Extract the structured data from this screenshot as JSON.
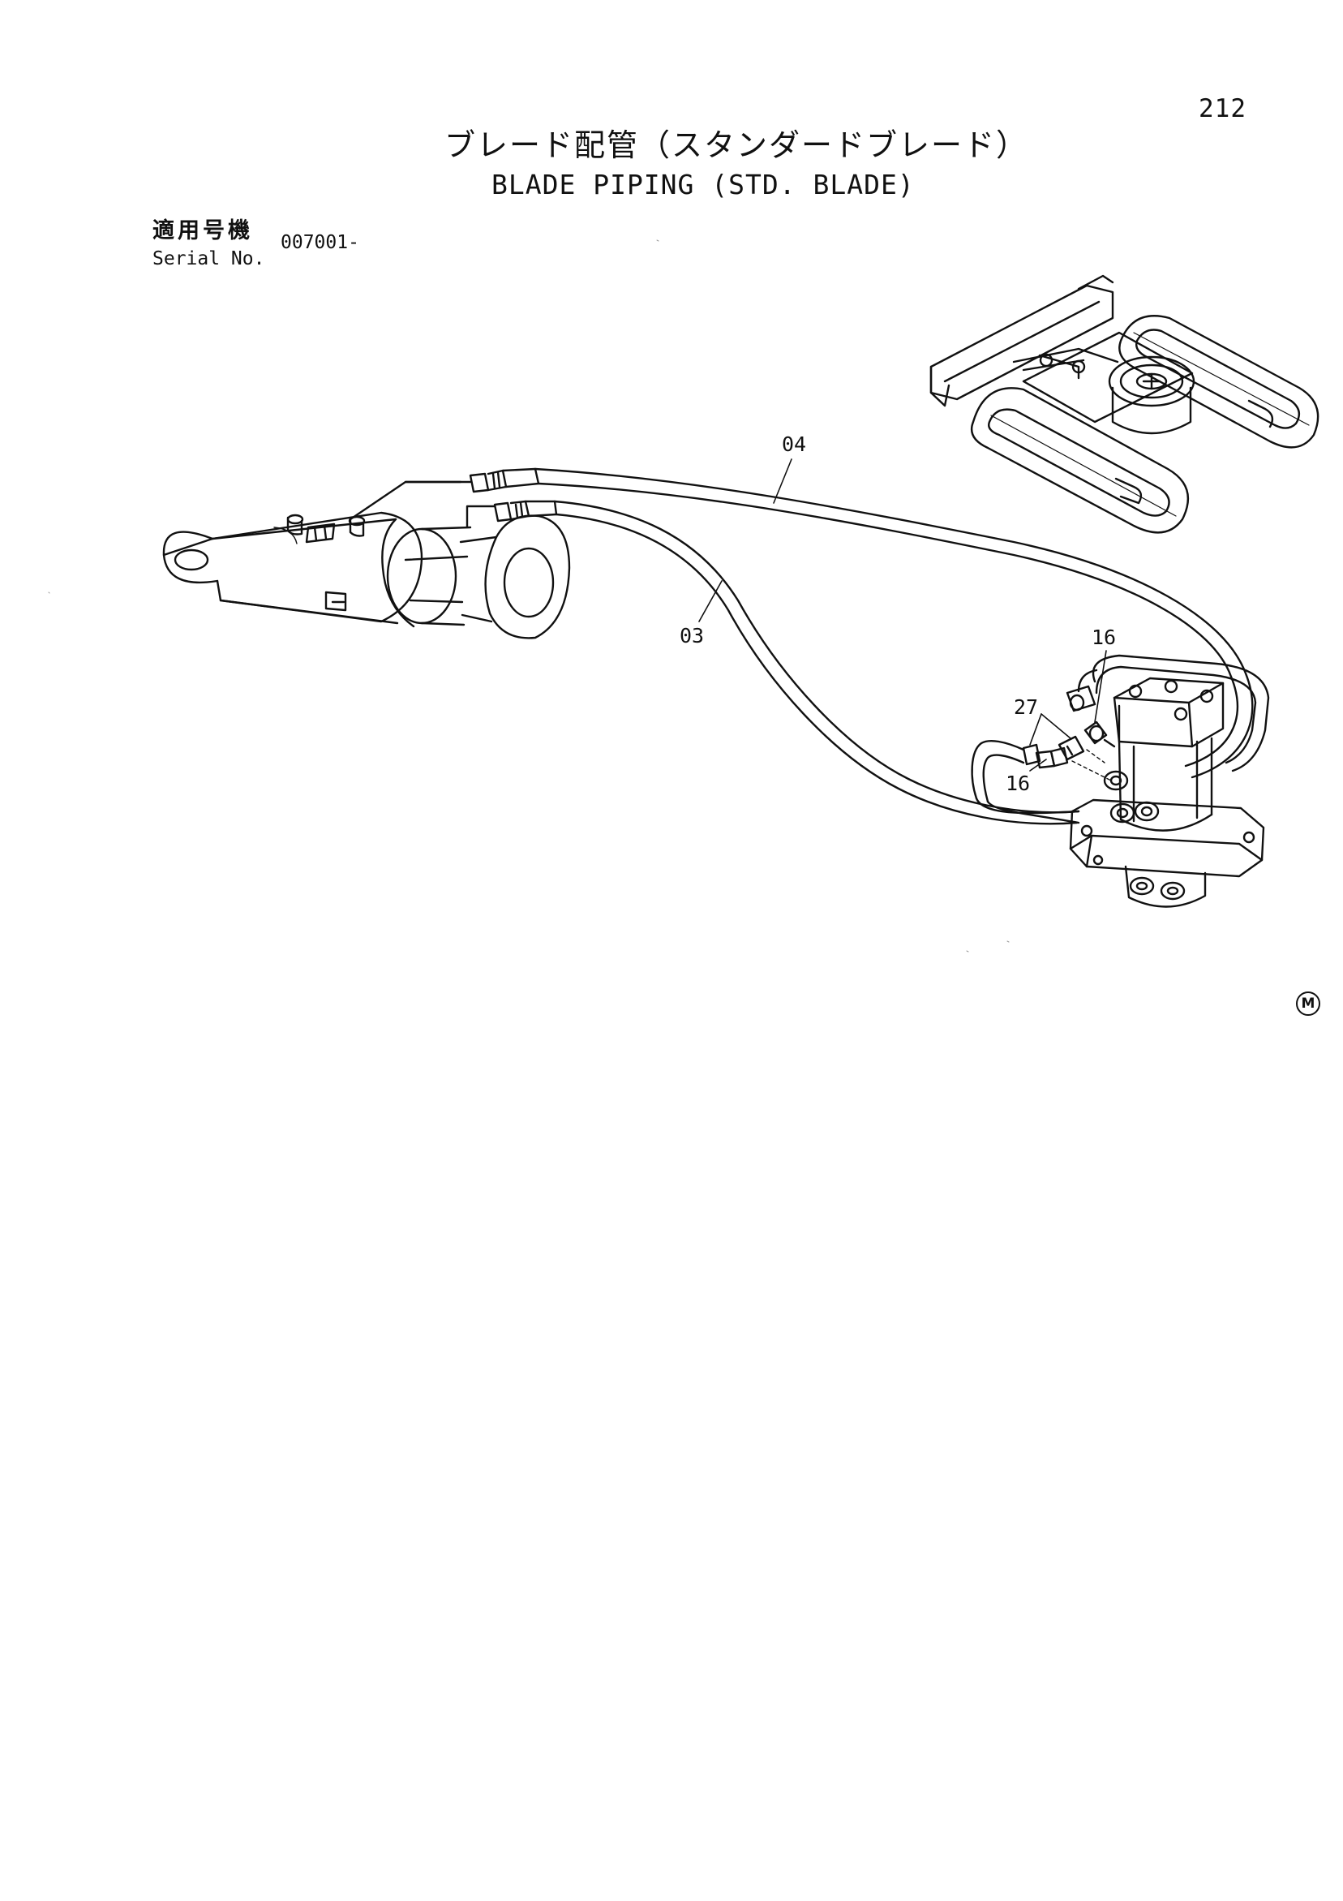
{
  "page": {
    "number": "212",
    "title_jp": "ブレード配管（スタンダードブレード）",
    "title_en": "BLADE PIPING (STD. BLADE)"
  },
  "serial": {
    "label_jp": "適用号機",
    "label_en": "Serial No.",
    "value": "007001-"
  },
  "callouts": {
    "hose_04": "04",
    "hose_03": "03",
    "fitting_16_top": "16",
    "fitting_27": "27",
    "fitting_16_bottom": "16"
  },
  "mark": "M"
}
